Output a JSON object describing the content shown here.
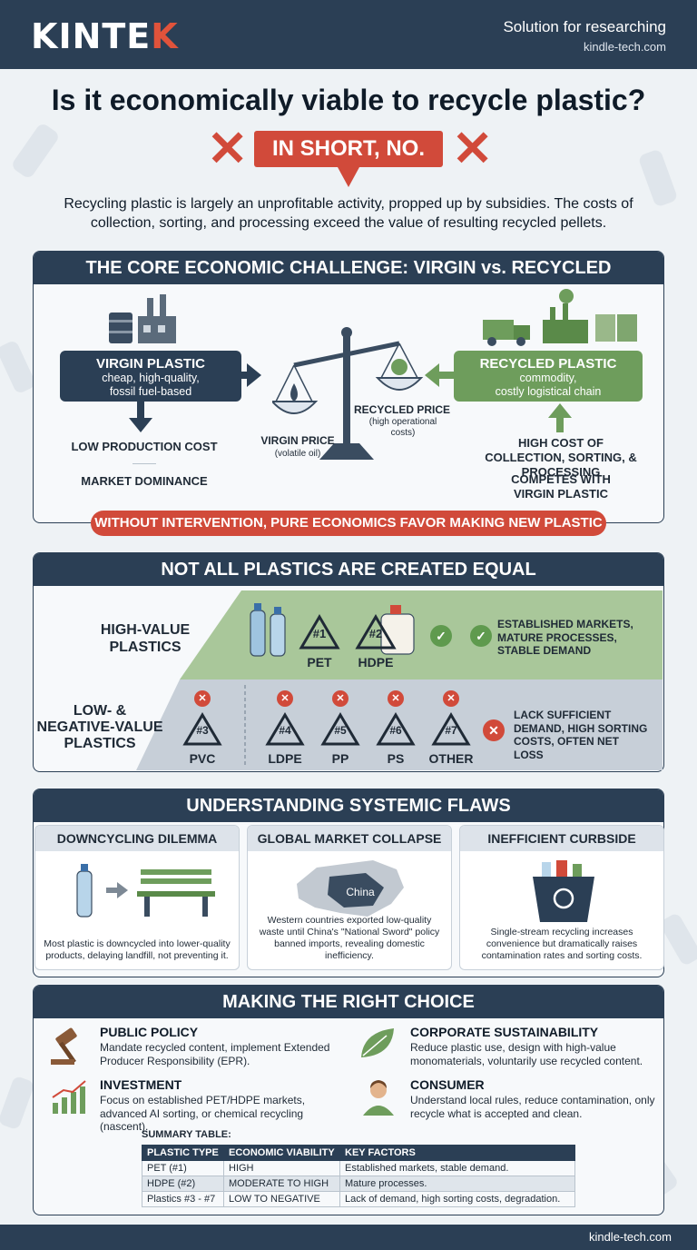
{
  "header": {
    "logo_main": "KINTE",
    "logo_accent": "K",
    "tagline": "Solution for researching",
    "url": "kindle-tech.com"
  },
  "title": "Is it economically viable to recycle plastic?",
  "short_answer": "IN SHORT, NO.",
  "intro": "Recycling plastic is largely an unprofitable activity, propped up by subsidies. The costs of collection, sorting, and processing exceed the value of resulting recycled pellets.",
  "core": {
    "heading": "THE CORE ECONOMIC CHALLENGE: VIRGIN vs. RECYCLED",
    "virgin_title": "VIRGIN PLASTIC",
    "virgin_sub1": "cheap, high-quality,",
    "virgin_sub2": "fossil fuel-based",
    "low_cost": "LOW PRODUCTION COST",
    "dominance": "MARKET DOMINANCE",
    "virgin_price": "VIRGIN PRICE",
    "virgin_price_note": "(volatile oil)",
    "recycled_price": "RECYCLED PRICE",
    "recycled_price_note": "(high operational costs)",
    "recycled_title": "RECYCLED PLASTIC",
    "recycled_sub1": "commodity,",
    "recycled_sub2": "costly logistical chain",
    "high_cost": "HIGH COST OF COLLECTION, SORTING, & PROCESSING",
    "competes": "COMPETES WITH VIRGIN PLASTIC",
    "strip": "WITHOUT INTERVENTION, PURE ECONOMICS FAVOR MAKING NEW PLASTIC"
  },
  "plastics": {
    "heading": "NOT ALL PLASTICS ARE CREATED EQUAL",
    "high_label": "HIGH-VALUE PLASTICS",
    "low_label": "LOW- & NEGATIVE-VALUE PLASTICS",
    "high_codes": [
      {
        "num": "#1",
        "name": "PET"
      },
      {
        "num": "#2",
        "name": "HDPE"
      }
    ],
    "low_codes": [
      {
        "num": "#3",
        "name": "PVC"
      },
      {
        "num": "#4",
        "name": "LDPE"
      },
      {
        "num": "#5",
        "name": "PP"
      },
      {
        "num": "#6",
        "name": "PS"
      },
      {
        "num": "#7",
        "name": "OTHER"
      }
    ],
    "high_note": "ESTABLISHED MARKETS, MATURE PROCESSES, STABLE DEMAND",
    "low_note": "LACK SUFFICIENT DEMAND, HIGH SORTING COSTS, OFTEN NET LOSS"
  },
  "flaws": {
    "heading": "UNDERSTANDING SYSTEMIC FLAWS",
    "cards": [
      {
        "title": "DOWNCYCLING DILEMMA",
        "text": "Most plastic is downcycled into lower-quality products, delaying landfill, not preventing it."
      },
      {
        "title": "GLOBAL MARKET COLLAPSE",
        "text": "Western countries exported low-quality waste until China's \"National Sword\" policy banned imports, revealing domestic inefficiency."
      },
      {
        "title": "INEFFICIENT CURBSIDE",
        "text": "Single-stream recycling increases convenience but dramatically raises contamination rates and sorting costs."
      }
    ],
    "map_label": "China"
  },
  "choice": {
    "heading": "MAKING THE RIGHT CHOICE",
    "items": [
      {
        "title": "PUBLIC POLICY",
        "text": "Mandate recycled content, implement Extended Producer Responsibility (EPR)."
      },
      {
        "title": "CORPORATE SUSTAINABILITY",
        "text": "Reduce plastic use, design with high-value monomaterials, voluntarily use recycled content."
      },
      {
        "title": "INVESTMENT",
        "text": "Focus on established PET/HDPE markets, advanced AI sorting, or chemical recycling (nascent)."
      },
      {
        "title": "CONSUMER",
        "text": "Understand local rules, reduce contamination, only recycle what is accepted and clean."
      }
    ]
  },
  "summary": {
    "label": "SUMMARY TABLE:",
    "headers": [
      "PLASTIC TYPE",
      "ECONOMIC VIABILITY",
      "KEY FACTORS"
    ],
    "rows": [
      [
        "PET (#1)",
        "HIGH",
        "Established markets, stable demand."
      ],
      [
        "HDPE (#2)",
        "MODERATE TO HIGH",
        "Mature processes."
      ],
      [
        "Plastics #3 - #7",
        "LOW TO NEGATIVE",
        "Lack of demand, high sorting costs, degradation."
      ]
    ]
  },
  "footer": {
    "url": "kindle-tech.com"
  },
  "colors": {
    "navy": "#2b3f55",
    "red": "#d14a3a",
    "green": "#6e9d5c"
  }
}
